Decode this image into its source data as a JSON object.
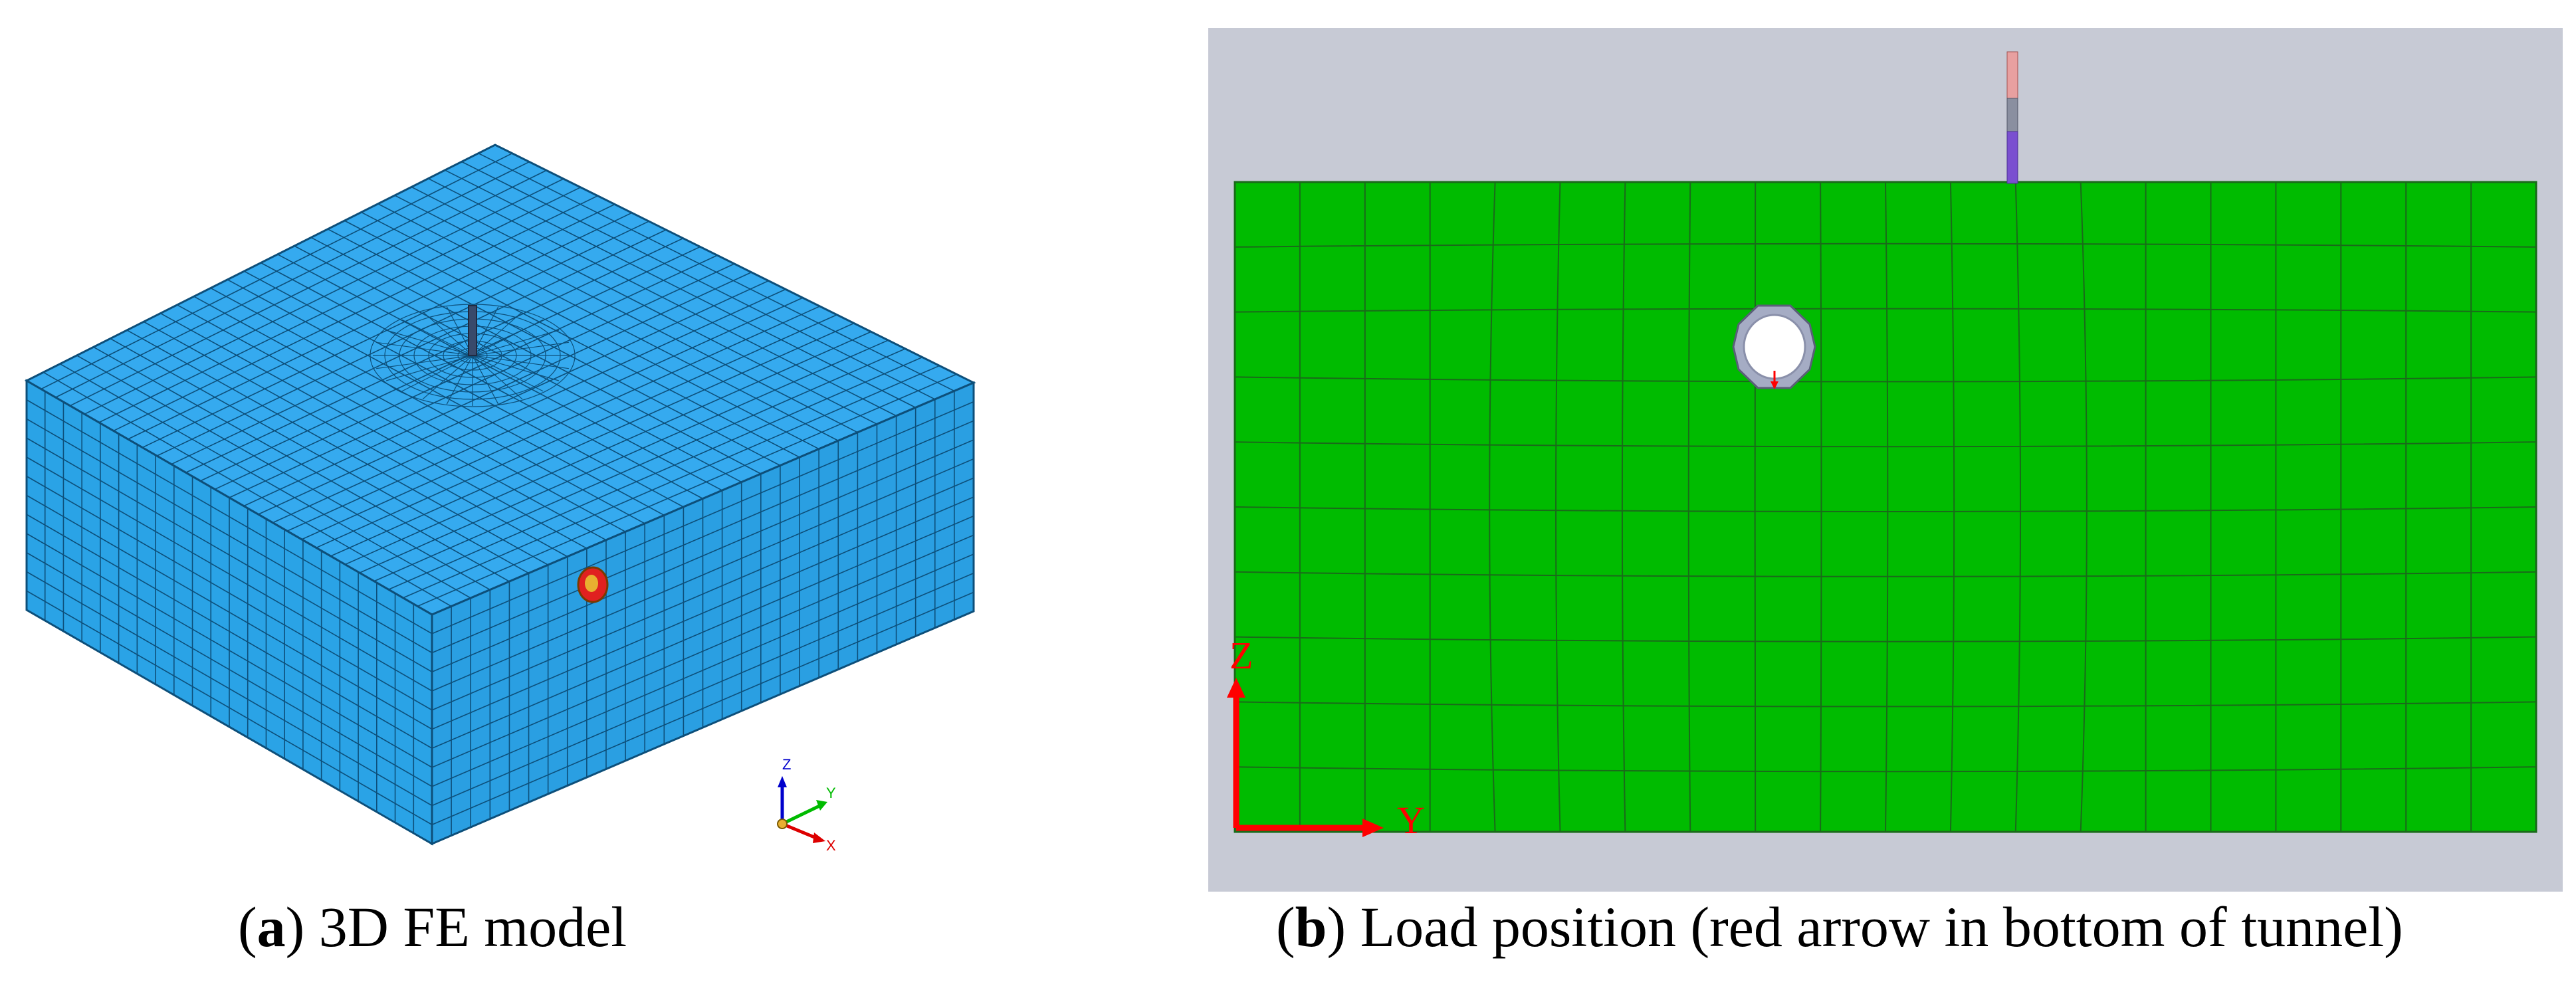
{
  "panel_a": {
    "caption_prefix": "(",
    "caption_letter": "a",
    "caption_text": ") 3D FE model",
    "triad_labels": {
      "z": "Z",
      "y": "Y",
      "x": "X"
    },
    "colors": {
      "mesh_fill": "#2aa3e6",
      "mesh_top": "#35aaef",
      "mesh_side_dark": "#2394d2",
      "mesh_lines": "#0d4f7a",
      "tunnel_marker": "#e02020",
      "triad_z": "#0000cc",
      "triad_y": "#00bb00",
      "triad_x": "#dd0000"
    }
  },
  "panel_b": {
    "caption_prefix": "(",
    "caption_letter": "b",
    "caption_text": ") Load position (red arrow in bottom of tunnel)",
    "axis_labels": {
      "z": "Z",
      "y": "Y"
    },
    "colors": {
      "background": "#c7cad5",
      "mesh_fill": "#00bb00",
      "mesh_lines": "#1a6a1a",
      "tunnel_ring": "#a5acc4",
      "tunnel_inner": "#ffffff",
      "pile_top": "#e8a0a0",
      "pile_mid": "#8a8fa0",
      "pile_bottom": "#7a4fd0",
      "load_arrow": "#ff0000",
      "axis": "#ff0000"
    }
  }
}
